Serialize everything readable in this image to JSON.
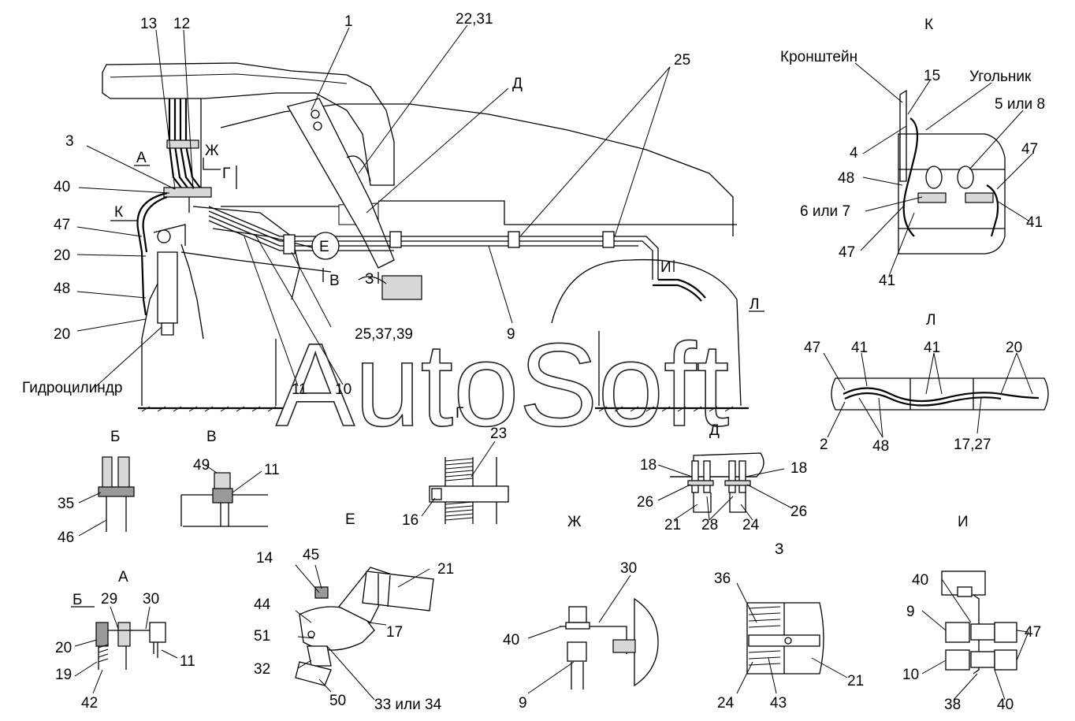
{
  "watermark": "AutoSoft",
  "main_labels": [
    "13",
    "12",
    "1",
    "22,31",
    "Д",
    "25",
    "3",
    "А",
    "Ж",
    "Г",
    "40",
    "К",
    "47",
    "20",
    "48",
    "20",
    "Гидроцилиндр",
    "Е",
    "В",
    "З",
    "25,37,39",
    "9",
    "И",
    "Л",
    "11",
    "10"
  ],
  "views": {
    "K": {
      "title": "К",
      "labels": [
        "Кронштейн",
        "15",
        "Угольник",
        "5 или 8",
        "4",
        "47",
        "48",
        "6 или 7",
        "41",
        "47",
        "41"
      ]
    },
    "L": {
      "title": "Л",
      "labels": [
        "47",
        "41",
        "41",
        "20",
        "2",
        "48",
        "17,27"
      ]
    },
    "B": {
      "title": "Б",
      "labels": [
        "35",
        "46"
      ]
    },
    "V": {
      "title": "В",
      "labels": [
        "49",
        "11"
      ]
    },
    "G": {
      "title": "Г",
      "labels": [
        "23",
        "16"
      ]
    },
    "D": {
      "title": "Д",
      "labels": [
        "18",
        "18",
        "26",
        "21",
        "28",
        "24",
        "26"
      ]
    },
    "A": {
      "title": "А",
      "labels": [
        "Б",
        "29",
        "30",
        "20",
        "19",
        "11",
        "42"
      ]
    },
    "E": {
      "title": "Е",
      "labels": [
        "14",
        "45",
        "21",
        "44",
        "17",
        "51",
        "32",
        "50",
        "33 или 34"
      ]
    },
    "Zh": {
      "title": "Ж",
      "labels": [
        "30",
        "40",
        "9"
      ]
    },
    "Z": {
      "title": "З",
      "labels": [
        "36",
        "24",
        "43",
        "21"
      ]
    },
    "I": {
      "title": "И",
      "labels": [
        "40",
        "9",
        "47",
        "10",
        "38",
        "40"
      ]
    }
  }
}
